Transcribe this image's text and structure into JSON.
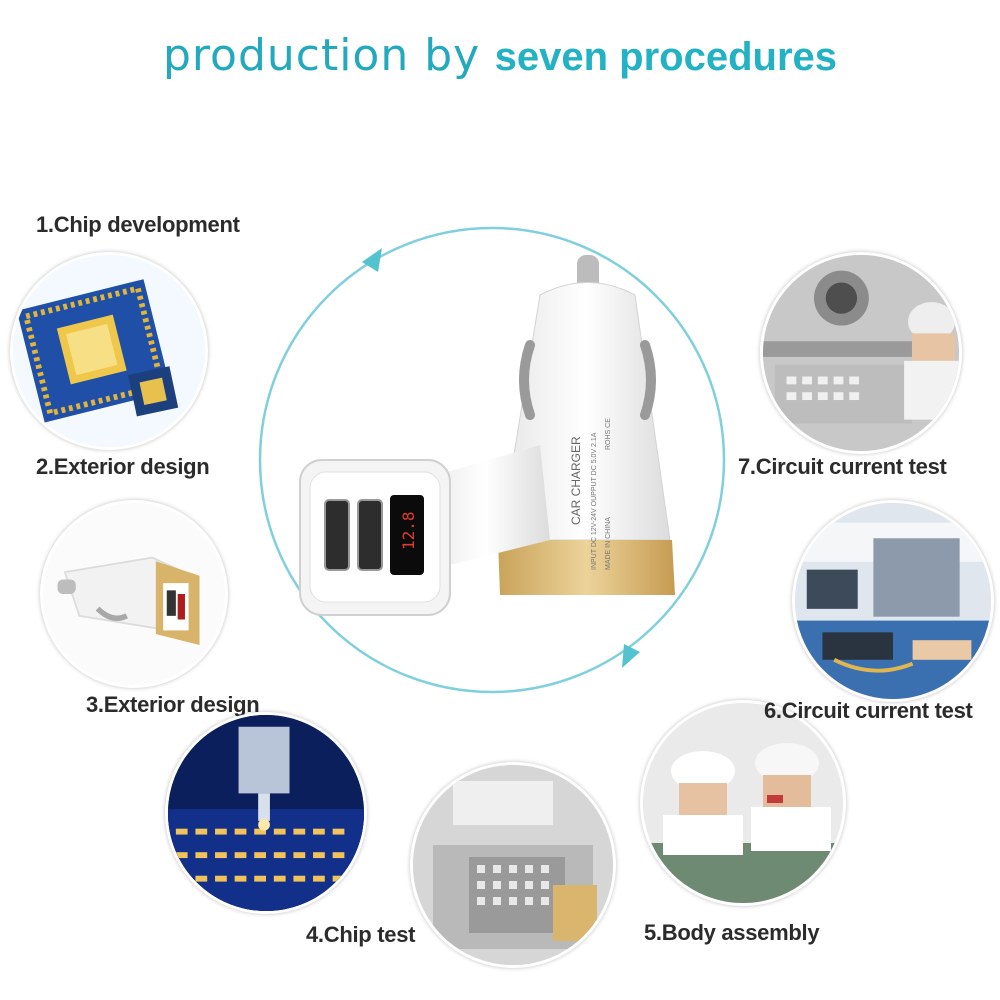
{
  "header": {
    "title_part1": "production by",
    "title_part2": "seven procedures"
  },
  "steps": [
    {
      "label": "1.Chip development",
      "icon": "chip-image"
    },
    {
      "label": "2.Exterior design",
      "icon": "charger-image"
    },
    {
      "label": "3.Exterior design",
      "icon": "pcb-machine-image"
    },
    {
      "label": "4.Chip test",
      "icon": "chip-test-image"
    },
    {
      "label": "5.Body assembly",
      "icon": "assembly-image"
    },
    {
      "label": "6.Circuit current test",
      "icon": "test-equipment-image"
    },
    {
      "label": "7.Circuit current test",
      "icon": "lab-image"
    }
  ],
  "product": {
    "charger_text": "CAR CHARGER",
    "spec_input": "INPUT DC 12V-24V OUPPUT DC 5.0V 2.1A",
    "origin": "MADE IN CHINA",
    "certs": "ROHS  CE",
    "display_value": "12.8"
  },
  "colors": {
    "accent": "#23a9bd",
    "ring": "#55c2d0",
    "gold": "#d6b46a"
  }
}
